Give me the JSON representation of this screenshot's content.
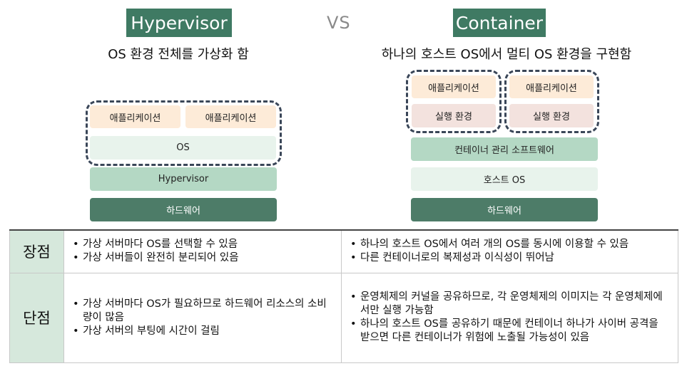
{
  "hypervisor": {
    "title": "Hypervisor",
    "subtitle": "OS 환경 전체를 가상화 함",
    "layers": {
      "app1": "애플리케이션",
      "app2": "애플리케이션",
      "os": "OS",
      "hypervisor": "Hypervisor",
      "hardware": "하드웨어"
    }
  },
  "vs": "VS",
  "container": {
    "title": "Container",
    "subtitle": "하나의 호스트 OS에서 멀티 OS 환경을 구현함",
    "layers": {
      "app1": "애플리케이션",
      "app2": "애플리케이션",
      "runtime1": "실행 환경",
      "runtime2": "실행 환경",
      "engine": "컨테이너 관리 소프트웨어",
      "host_os": "호스트 OS",
      "hardware": "하드웨어"
    }
  },
  "table": {
    "pros_label": "장점",
    "cons_label": "단점",
    "pros_hypervisor": [
      "가상 서버마다 OS를 선택할 수 있음",
      "가상 서버들이 완전히 분리되어 있음"
    ],
    "pros_container": [
      "하나의 호스트 OS에서 여러 개의 OS를 동시에 이용할 수 있음",
      "다른 컨테이너로의 복제성과 이식성이 뛰어남"
    ],
    "cons_hypervisor": [
      "가상 서버마다 OS가 필요하므로 하드웨어 리소스의 소비량이 많음",
      "가상 서버의 부팅에 시간이 걸림"
    ],
    "cons_container": [
      "운영체제의 커널을 공유하므로, 각 운영체제의 이미지는 각 운영체제에서만 실행 가능함",
      "하나의 호스트 OS를 공유하기 때문에 컨테이너 하나가 사이버 공격을 받으면 다른 컨테이너가 위험에 노출될 가능성이 있음"
    ]
  }
}
